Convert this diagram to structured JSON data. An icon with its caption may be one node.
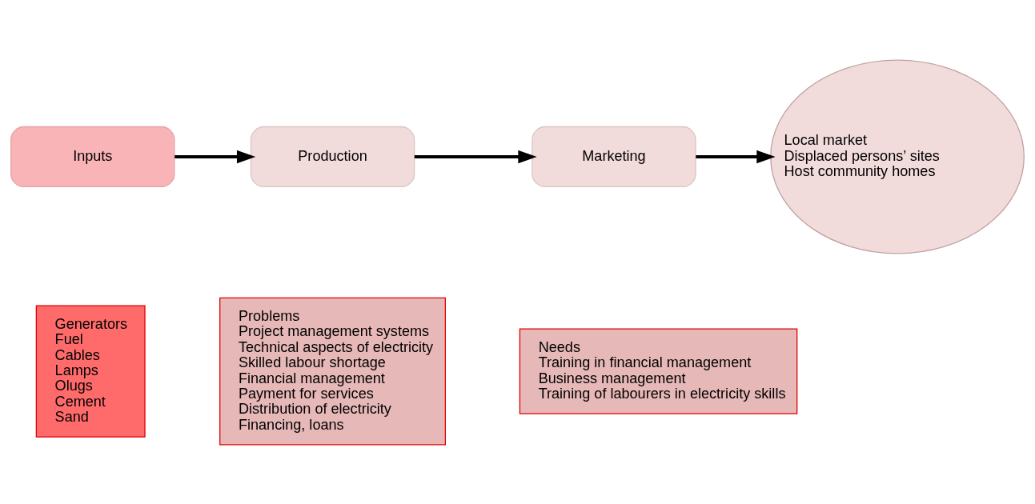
{
  "diagram": {
    "nodes": [
      {
        "text": [
          "Inputs"
        ]
      },
      {
        "text": [
          "Production"
        ]
      },
      {
        "text": [
          "Marketing"
        ]
      },
      {
        "text": [
          "Local market",
          "Displaced persons’ sites",
          "Host community homes"
        ]
      },
      {
        "text": [
          "Generators",
          "Fuel",
          "Cables",
          "Lamps",
          "Olugs",
          "Cement",
          "Sand"
        ]
      },
      {
        "text": [
          "Problems",
          "Project management systems",
          "Technical aspects of electricity",
          "Skilled labour shortage",
          "Financial management",
          "Payment for services",
          "Distribution of electricity",
          "Financing, loans"
        ]
      },
      {
        "text": [
          "Needs",
          "Training in financial management",
          "Business management",
          "Training of labourers in electricity skills"
        ]
      }
    ],
    "edges": [
      {
        "from": 0,
        "to": 1,
        "arrow": "to"
      },
      {
        "from": 1,
        "to": 2,
        "arrow": "to"
      },
      {
        "from": 2,
        "to": 3,
        "arrow": "to"
      }
    ]
  }
}
